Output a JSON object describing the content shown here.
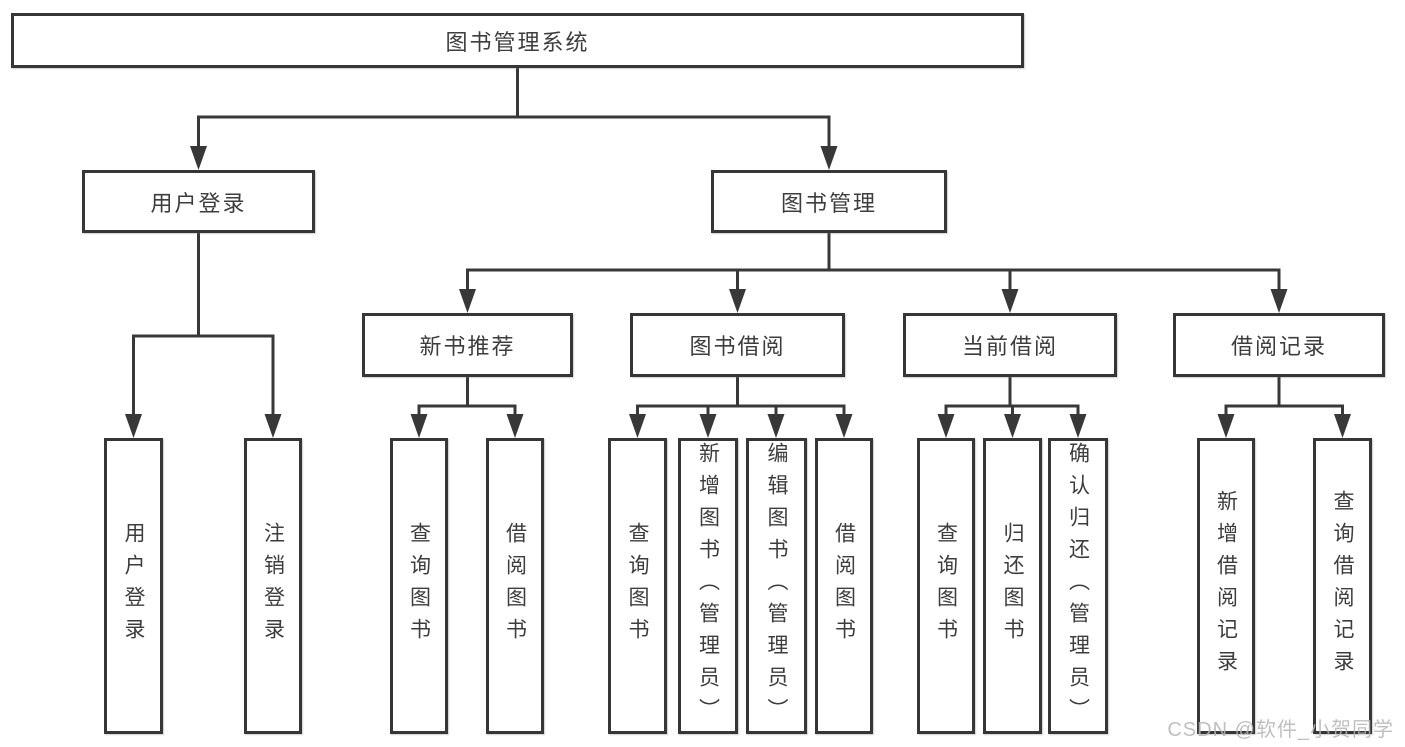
{
  "tree": {
    "root": {
      "label": "图书管理系统"
    },
    "branches": [
      {
        "label": "用户登录",
        "children": [
          {
            "label": "用户登录"
          },
          {
            "label": "注销登录"
          }
        ]
      },
      {
        "label": "图书管理",
        "children": [
          {
            "label": "新书推荐",
            "children": [
              {
                "label": "查询图书"
              },
              {
                "label": "借阅图书"
              }
            ]
          },
          {
            "label": "图书借阅",
            "children": [
              {
                "label": "查询图书"
              },
              {
                "label": "新增图书（管理员）"
              },
              {
                "label": "编辑图书（管理员）"
              },
              {
                "label": "借阅图书"
              }
            ]
          },
          {
            "label": "当前借阅",
            "children": [
              {
                "label": "查询图书"
              },
              {
                "label": "归还图书"
              },
              {
                "label": "确认归还（管理员）"
              }
            ]
          },
          {
            "label": "借阅记录",
            "children": [
              {
                "label": "新增借阅记录"
              },
              {
                "label": "查询借阅记录"
              }
            ]
          }
        ]
      }
    ]
  },
  "watermark": {
    "text": "CSDN @软件_小贺同学"
  },
  "colors": {
    "line": "#383838",
    "box_border": "#363636",
    "box_fill": "#ffffff",
    "text": "#3d3d3d",
    "watermark": "#b5b5b5"
  }
}
